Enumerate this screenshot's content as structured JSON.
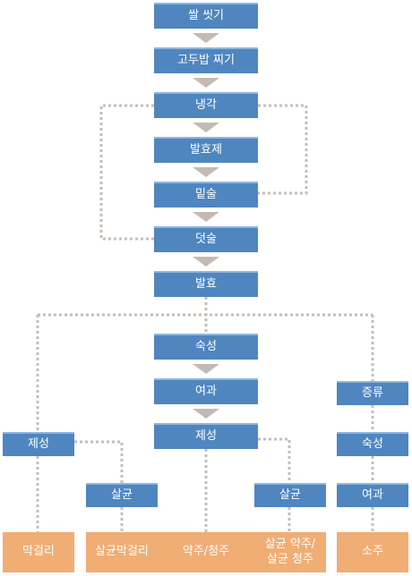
{
  "main_steps": [
    "쌀 씻기",
    "고두밥 찌기",
    "냉각",
    "발효제",
    "밑술",
    "덧술",
    "발효",
    "숙성",
    "여과",
    "제성"
  ],
  "branches": {
    "left_finish": "제성",
    "makgeolli_sterilize": "살균",
    "yakju_sterilize": "살균",
    "soju_steps": [
      "증류",
      "숙성",
      "여과"
    ]
  },
  "products": {
    "makgeolli": "막걸리",
    "sterilized_makgeolli": "살균막걸리",
    "yakju": "약주/청주",
    "sterilized_yakju": "살균 약주/\n살균 청주",
    "soju": "소주"
  },
  "colors": {
    "step_box": "#4f86c0",
    "product_box": "#f0ad74",
    "arrow": "#c4bab3",
    "dotted_line": "#c8bdb4",
    "text": "#ffffff"
  }
}
